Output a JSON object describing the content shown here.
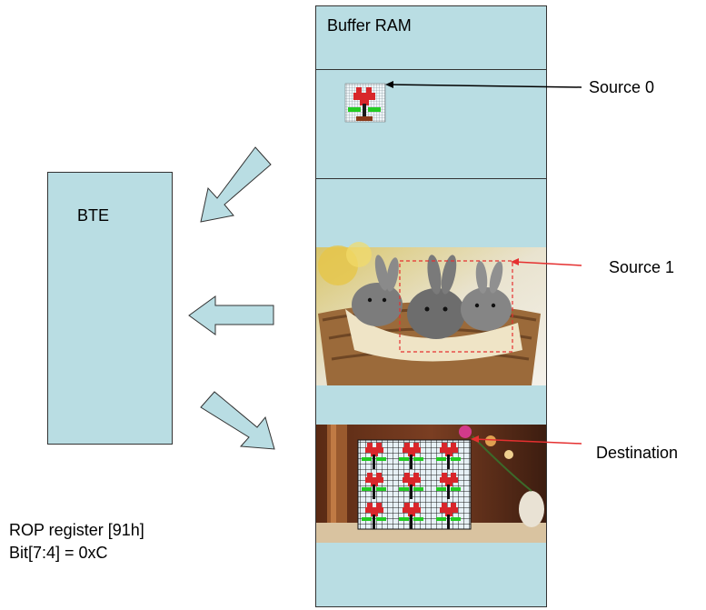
{
  "buffer_ram": {
    "label": "Buffer RAM"
  },
  "engine": {
    "label": "BTE"
  },
  "sources": {
    "source0": "Source 0",
    "source1": "Source 1",
    "destination": "Destination"
  },
  "register_note": {
    "line1": "ROP register [91h]",
    "line2": "Bit[7:4] = 0xC"
  },
  "colors": {
    "box_fill": "#b9dde3",
    "arrow_fill": "#b9dde3",
    "source1_marker": "#e53030",
    "destination_marker": "#e53030",
    "pattern_red": "#d8262a",
    "pattern_green": "#22cc22"
  }
}
